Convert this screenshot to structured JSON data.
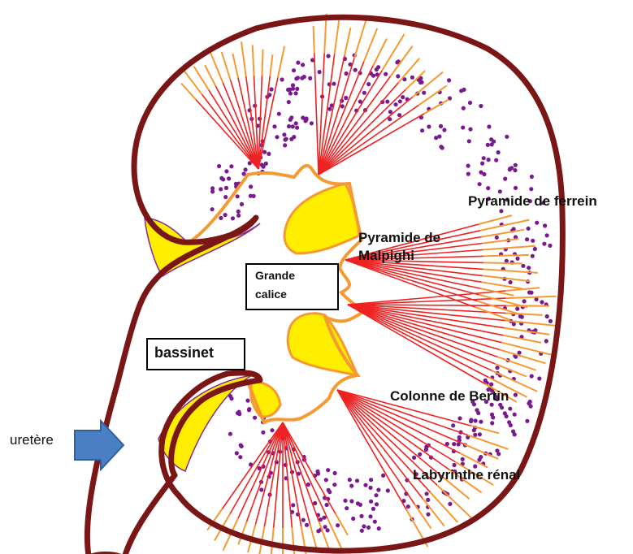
{
  "labels": {
    "pyramide_ferrein": "Pyramide de ferrein",
    "pyramide_malpighi_1": "Pyramide de",
    "pyramide_malpighi_2": "Malpighi",
    "grande_calice_1": "Grande",
    "grande_calice_2": "calice",
    "bassinet": "bassinet",
    "colonne_bertin": "Colonne de Bertin",
    "labyrinthe": "Labyrinthe rénal",
    "uretere": "uretère"
  },
  "colors": {
    "capsule": "#7a1616",
    "pyramid_rays": "#ee2222",
    "medullary_rays": "#f59a33",
    "calyx_outline": "#f59a33",
    "fat": "#ffee00",
    "glomeruli": "#7a1a8f",
    "arrow": "#4a7fc4"
  }
}
